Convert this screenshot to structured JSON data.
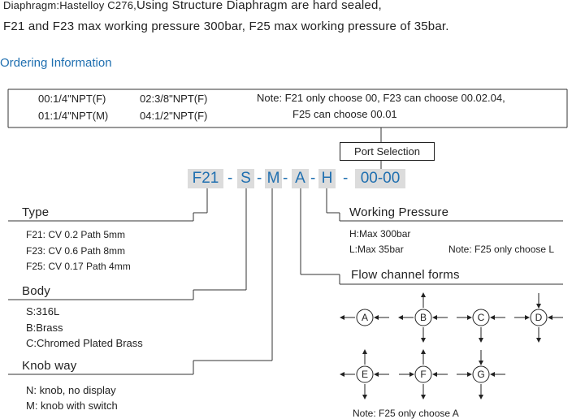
{
  "intro": {
    "line1_small": "Diaphragm:Hastelloy C276,",
    "line1_rest": "Using Structure Diaphragm are hard sealed,",
    "line2": "F21 and F23 max working pressure 300bar, F25 max working pressure of 35bar."
  },
  "section_title": "Ordering Information",
  "ports": {
    "p00": "00:1/4\"NPT(F)",
    "p01": "01:1/4\"NPT(M)",
    "p02": "02:3/8\"NPT(F)",
    "p04": "04:1/2\"NPT(F)",
    "note1": "Note: F21 only choose 00, F23 can choose 00.02.04,",
    "note2": "F25 can choose 00.01",
    "label": "Port Selection"
  },
  "code": {
    "f21": "F21",
    "s": "S",
    "m": "M",
    "a": "A",
    "h": "H",
    "port": "00-00",
    "dash": "-"
  },
  "type": {
    "heading": "Type",
    "items": [
      "F21: CV 0.2   Path 5mm",
      "F23: CV 0.6   Path 8mm",
      "F25: CV 0.17 Path 4mm"
    ]
  },
  "body": {
    "heading": "Body",
    "items": [
      "S:316L",
      "B:Brass",
      "C:Chromed Plated Brass"
    ]
  },
  "knob": {
    "heading": "Knob way",
    "items": [
      "N: knob, no display",
      "M: knob with switch"
    ]
  },
  "pressure": {
    "heading": "Working Pressure",
    "items": [
      "H:Max 300bar",
      "L:Max  35bar"
    ],
    "note": "Note: F25 only choose L"
  },
  "flow": {
    "heading": "Flow channel forms",
    "labels": [
      "A",
      "B",
      "C",
      "D",
      "E",
      "F",
      "G"
    ],
    "note": "Note: F25 only choose A"
  }
}
